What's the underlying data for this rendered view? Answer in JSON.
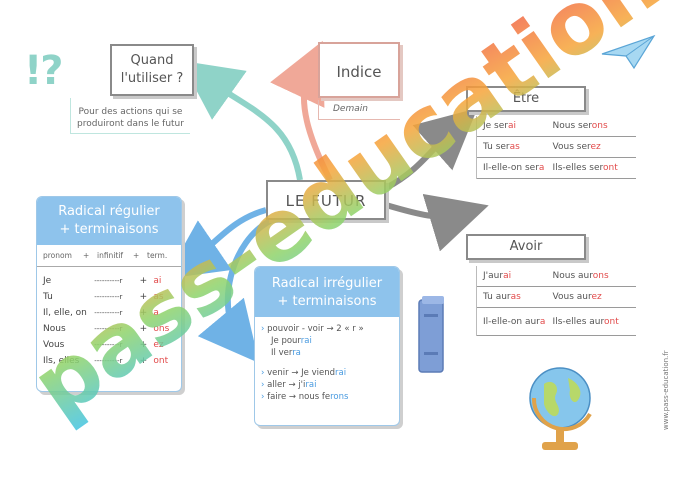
{
  "quand": {
    "title_line1": "Quand",
    "title_line2": "l'utiliser ?",
    "desc_line1": "Pour des actions qui se",
    "desc_line2": "produiront  dans le futur",
    "marks": "!?"
  },
  "indice": {
    "title": "Indice",
    "example": "Demain"
  },
  "center": {
    "title": "LE FUTUR"
  },
  "etre": {
    "title": "Être",
    "rows": [
      {
        "a": "Je ser",
        "a_end": "ai",
        "b": "Nous ser",
        "b_end": "ons"
      },
      {
        "a": "Tu ser",
        "a_end": "as",
        "b": "Vous ser",
        "b_end": "ez"
      },
      {
        "a": "Il-elle-on ser",
        "a_end": "a",
        "b": "Ils-elles ser",
        "b_end": "ont"
      }
    ]
  },
  "avoir": {
    "title": "Avoir",
    "rows": [
      {
        "a": "J'aur",
        "a_end": "ai",
        "b": "Nous aur",
        "b_end": "ons"
      },
      {
        "a": "Tu aur",
        "a_end": "as",
        "b": "Vous aur",
        "b_end": "ez"
      },
      {
        "a": "Il-elle-on aur",
        "a_end": "a",
        "b": "Ils-elles aur",
        "b_end": "ont"
      }
    ]
  },
  "regulier": {
    "title_line1": "Radical régulier",
    "title_line2": "+ terminaisons",
    "cols": [
      "pronom",
      "+",
      "infinitif",
      "+",
      "term."
    ],
    "rows": [
      {
        "p": "Je",
        "d": "----------r",
        "pl": "+",
        "t": "ai"
      },
      {
        "p": "Tu",
        "d": "----------r",
        "pl": "+",
        "t": "as"
      },
      {
        "p": "Il, elle, on",
        "d": "----------r",
        "pl": "+",
        "t": "a"
      },
      {
        "p": "Nous",
        "d": "----------r",
        "pl": "+",
        "t": "ons"
      },
      {
        "p": "Vous",
        "d": "----------r",
        "pl": "+",
        "t": "ez"
      },
      {
        "p": "Ils, elles",
        "d": "----------r",
        "pl": "+",
        "t": "ont"
      }
    ]
  },
  "irregulier": {
    "title_line1": "Radical irrégulier",
    "title_line2": "+ terminaisons",
    "l1": "pouvoir - voir → 2 « r »",
    "l2a": "Je pour",
    "l2b": "rai",
    "l3a": "Il ver",
    "l3b": "ra",
    "l4a": "venir → Je viend",
    "l4b": "rai",
    "l5a": "aller → j'i",
    "l5b": "rai",
    "l6a": "faire → nous fe",
    "l6b": "rons"
  },
  "watermark": "pass-education",
  "site": "www.pass-education.fr",
  "colors": {
    "teal": "#8fd3c8",
    "salmon": "#f0a898",
    "blue": "#8ec3ec",
    "grey": "#8a8a8a",
    "red": "#e24b4b"
  }
}
